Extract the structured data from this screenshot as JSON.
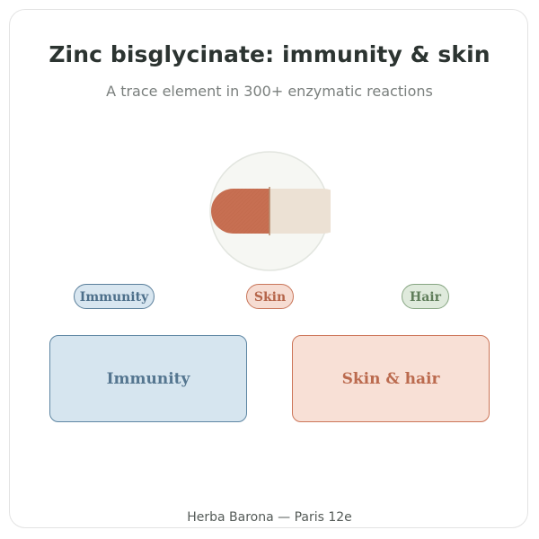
{
  "header": {
    "title": "Zinc bisglycinate: immunity & skin",
    "subtitle": "A trace element in 300+ enzymatic reactions"
  },
  "tags": {
    "immunity": "Immunity",
    "skin": "Skin",
    "hair": "Hair"
  },
  "boxes": {
    "immunity": "Immunity",
    "skin_hair": "Skin & hair"
  },
  "footer": {
    "brand": "Herba Barona — Paris 12e"
  },
  "colors": {
    "capsule_left": "#c76f52",
    "capsule_right": "#ece1d4",
    "immunity_accent": "#5e86a3",
    "skin_accent": "#cc7558",
    "hair_accent": "#87a682"
  },
  "icons": {
    "capsule": "capsule-icon"
  }
}
